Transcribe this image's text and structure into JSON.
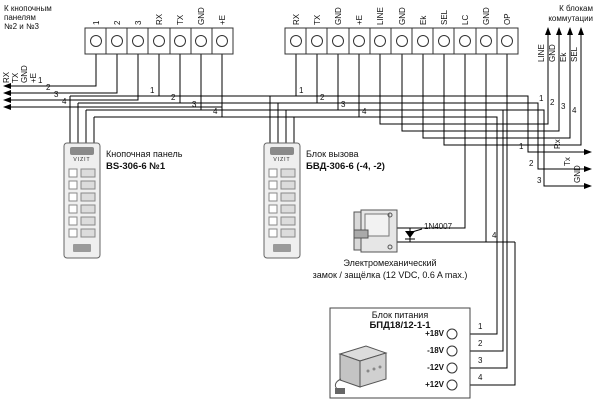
{
  "notes": {
    "top_left": [
      "К кнопочным",
      "панелям",
      "№2 и №3"
    ],
    "top_right": [
      "К блокам",
      "коммутации"
    ]
  },
  "left_exit": {
    "labels": [
      "RX",
      "TX",
      "GND",
      "+E"
    ],
    "numbers": [
      "1",
      "2",
      "3",
      "4"
    ]
  },
  "left_block": {
    "terminals": [
      "1",
      "2",
      "3",
      "RX",
      "TX",
      "GND",
      "+E"
    ],
    "wire_numbers": [
      "1",
      "2",
      "3",
      "4"
    ]
  },
  "right_block": {
    "terminals": [
      "RX",
      "TX",
      "GND",
      "+E",
      "LINE",
      "GND",
      "Ek",
      "SEL",
      "LC",
      "GND",
      "OP"
    ],
    "wire_numbers": [
      "1",
      "2",
      "3",
      "4"
    ]
  },
  "top_right_exit": {
    "labels": [
      "LINE",
      "GND",
      "Ek",
      "SEL"
    ],
    "numbers": [
      "1",
      "2",
      "3",
      "4"
    ]
  },
  "right_exit": {
    "labels": [
      "Rx",
      "Tx",
      "GND"
    ],
    "numbers": [
      "1",
      "2",
      "3"
    ]
  },
  "panel1": {
    "caption": "Кнопочная панель",
    "model": "BS-306-6 №1",
    "brand": "VIZIT"
  },
  "panel2": {
    "caption": "Блок вызова",
    "model": "БВД-306-6 (-4, -2)",
    "brand": "VIZIT"
  },
  "lock": {
    "diode": "1N4007",
    "caption": [
      "Электромеханический",
      "замок / защёлка (12 VDC, 0.6 A max.)"
    ],
    "wire_number": "4"
  },
  "psu": {
    "caption": "Блок питания",
    "model": "БПД18/12-1-1",
    "terminals": [
      "+18V",
      "-18V",
      "-12V",
      "+12V"
    ],
    "wire_numbers": [
      "1",
      "2",
      "3",
      "4"
    ]
  }
}
